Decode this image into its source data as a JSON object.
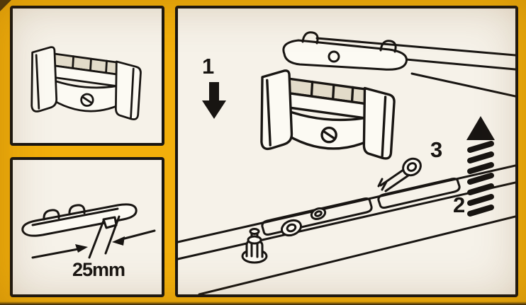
{
  "meta": {
    "bg_color": "#F2AF0B",
    "panel_bg": "#F6F2E9",
    "line_color": "#181512"
  },
  "labels": {
    "step1": "1",
    "step2": "2",
    "step3": "3",
    "measurement": "25mm"
  },
  "illustrations": {
    "top_left": "load-stop-bracket-perspective",
    "bottom_left": "bracket-foot-side-view-with-25mm-spacing",
    "main": "bracket-mounting-on-t-track-bar-with-bolt-washers-and-nut"
  }
}
